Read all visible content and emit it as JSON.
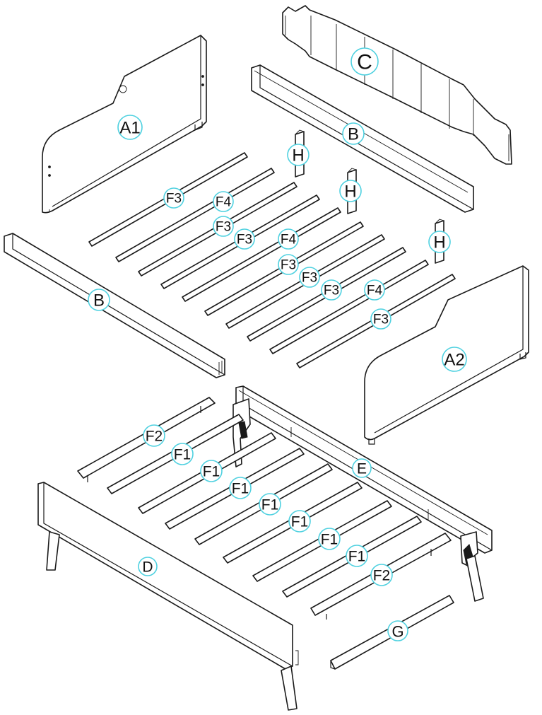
{
  "colors": {
    "line": "#1a1a1a",
    "callout_ring": "#4fd1e0",
    "paper": "#ffffff"
  },
  "labels": {
    "a1": "A1",
    "a2": "A2",
    "b_top": "B",
    "b_left": "B",
    "c": "C",
    "d": "D",
    "e": "E",
    "g": "G",
    "h1": "H",
    "h2": "H",
    "h3": "H",
    "top_slats": [
      "F3",
      "F4",
      "F3",
      "F3",
      "F4",
      "F3",
      "F3",
      "F3",
      "F4",
      "F3"
    ],
    "bottom_slats": [
      "F2",
      "F1",
      "F1",
      "F1",
      "F1",
      "F1",
      "F1",
      "F1",
      "F2"
    ]
  }
}
